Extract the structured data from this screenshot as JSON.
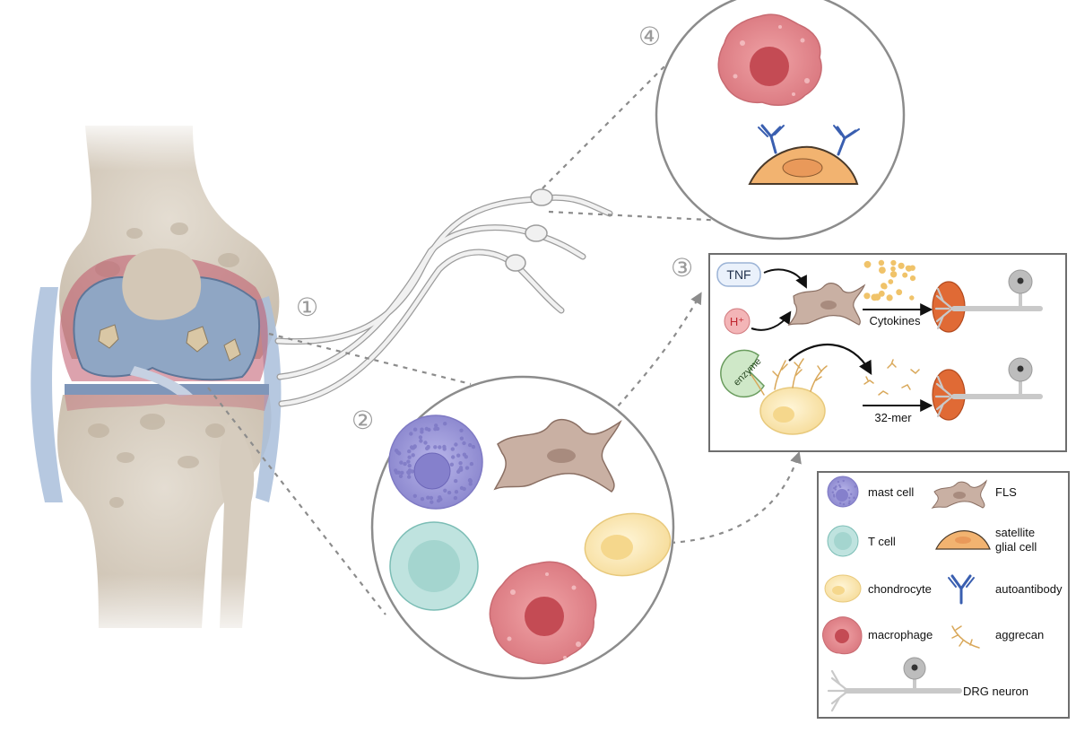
{
  "markers": {
    "m1": "①",
    "m2": "②",
    "m3": "③",
    "m4": "④"
  },
  "panel3": {
    "tnf": "TNF",
    "h_plus": "H⁺",
    "enzyme": "enzyme",
    "cytokines": "Cytokines",
    "fragment": "32-mer"
  },
  "legend": {
    "mast_cell": "mast cell",
    "fls": "FLS",
    "t_cell": "T cell",
    "satellite_line1": "satellite",
    "satellite_line2": "glial cell",
    "chondrocyte": "chondrocyte",
    "autoantibody": "autoantibody",
    "macrophage": "macrophage",
    "aggrecan": "aggrecan",
    "drg_neuron": "DRG neuron"
  },
  "colors": {
    "bone": "#d8cfc3",
    "cartilage": "#8fa6c4",
    "inflammation": "#c0566a",
    "mast_cell": "#9b97d6",
    "t_cell": "#bfe3df",
    "chondrocyte": "#fbe9b8",
    "macrophage": "#e38a8f",
    "fls": "#b49a8d",
    "satellite_glial": "#f2b370",
    "autoantibody": "#3a5fb0",
    "drg_axon": "#cfcfcf",
    "drg_terminal": "#e06a35"
  }
}
